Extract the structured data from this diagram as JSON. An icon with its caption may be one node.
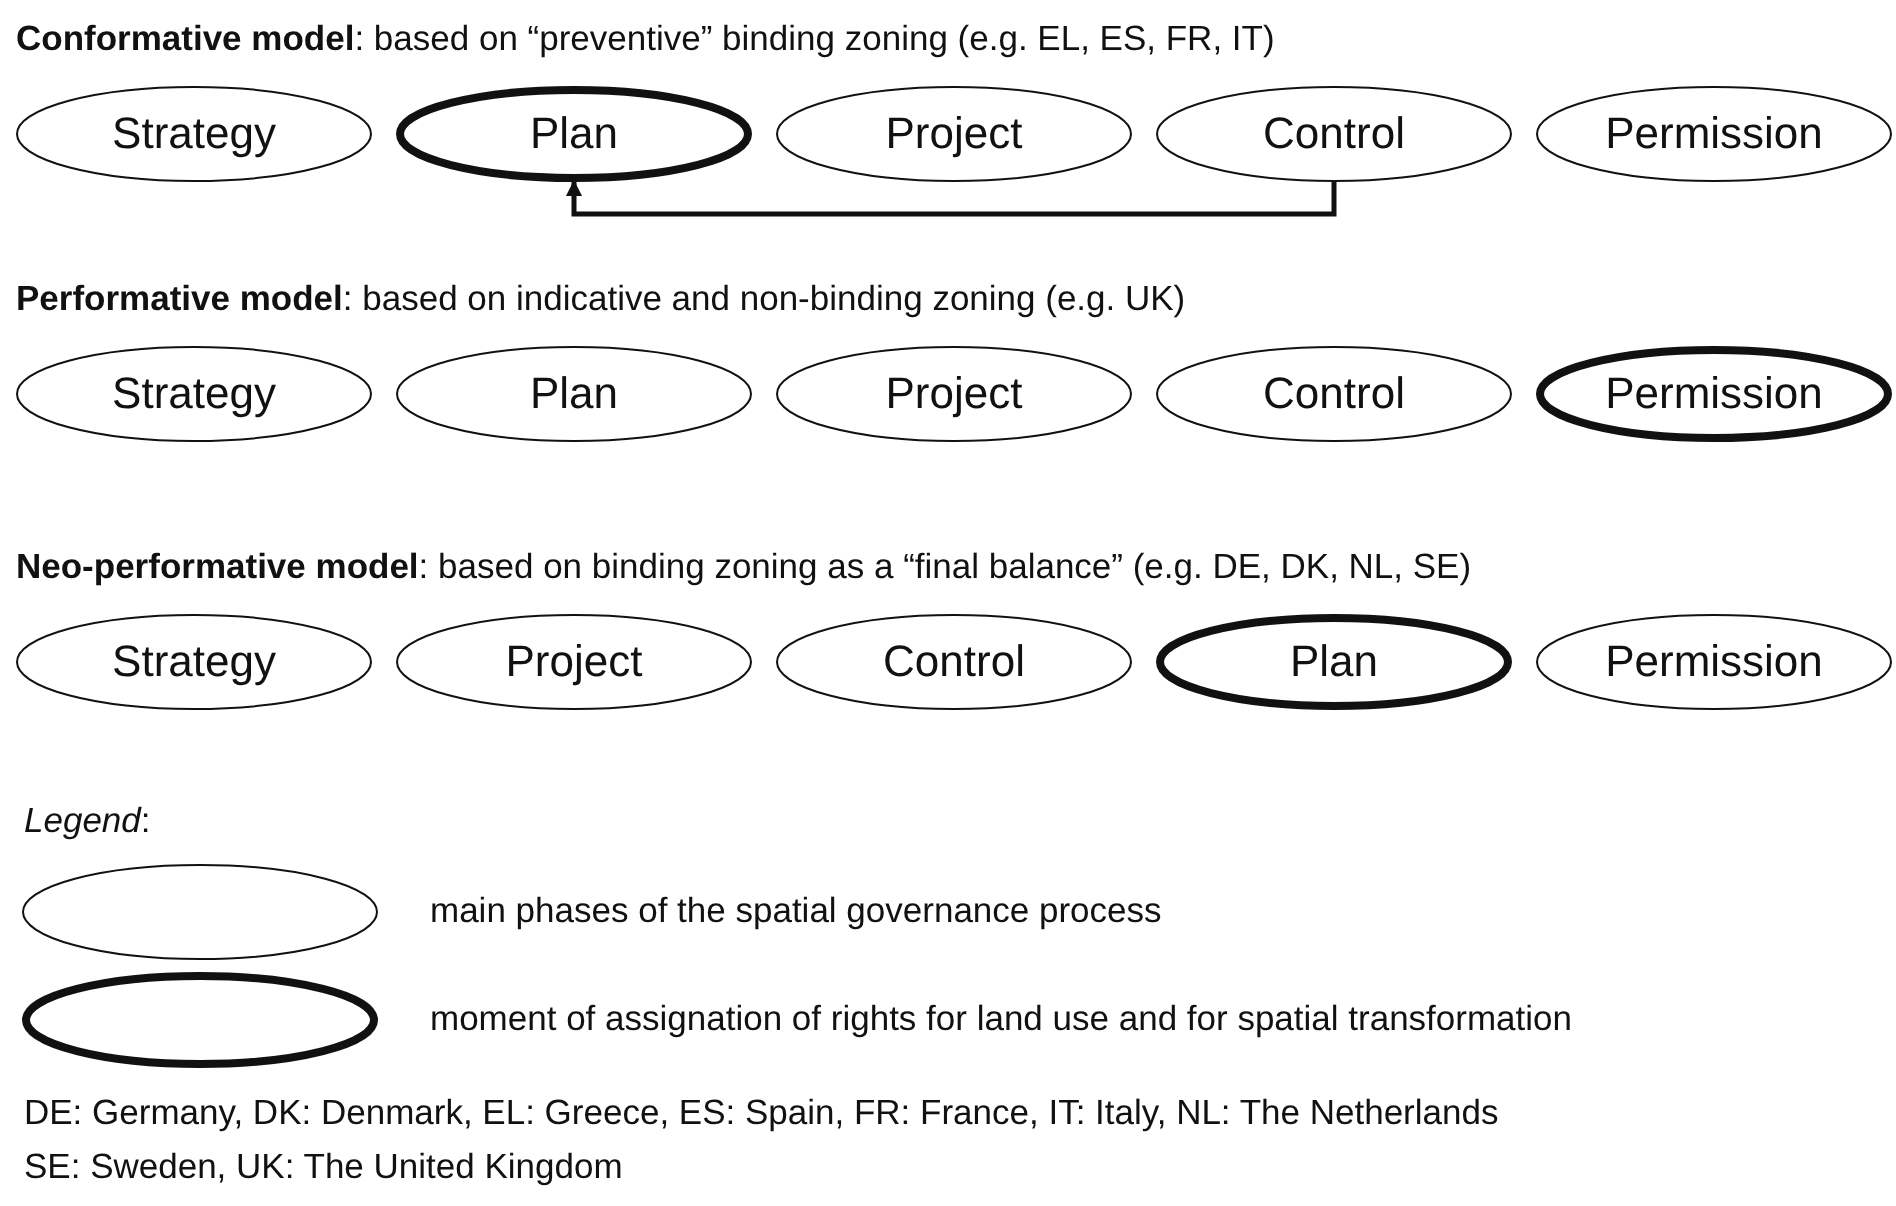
{
  "diagram": {
    "nodes": [
      {
        "text": [
          "Strategy"
        ]
      },
      {
        "text": [
          "Plan"
        ]
      },
      {
        "text": [
          "Project"
        ]
      },
      {
        "text": [
          "Control"
        ]
      },
      {
        "text": [
          "Permission"
        ]
      },
      {
        "text": [
          "Strategy"
        ]
      },
      {
        "text": [
          "Plan"
        ]
      },
      {
        "text": [
          "Project"
        ]
      },
      {
        "text": [
          "Control"
        ]
      },
      {
        "text": [
          "Permission"
        ]
      },
      {
        "text": [
          "Strategy"
        ]
      },
      {
        "text": [
          "Project"
        ]
      },
      {
        "text": [
          "Control"
        ]
      },
      {
        "text": [
          "Plan"
        ]
      },
      {
        "text": [
          "Permission"
        ]
      }
    ],
    "edges": [
      {
        "from": 3,
        "to": 1,
        "arrow": "to"
      }
    ],
    "labels": [
      "**Conformative model**: based on “preventive” binding zoning (e.g. EL, ES, FR, IT)",
      "**Performative model**: based on indicative and non-binding zoning (e.g. UK)",
      "**Neo-performative model**: based on binding zoning as a “final balance” (e.g. DE, DK, NL, SE)",
      "*Legend*:",
      "DE: Germany, DK: Denmark, EL: Greece, ES: Spain, FR: France, IT: Italy, NL: The Netherlands",
      "SE: Sweden, UK: The United Kingdom"
    ],
    "legend": [
      {
        "text": "main phases of the spatial governance process"
      },
      {
        "text": "moment of assignation of rights for land use and for spatial transformation"
      }
    ]
  }
}
